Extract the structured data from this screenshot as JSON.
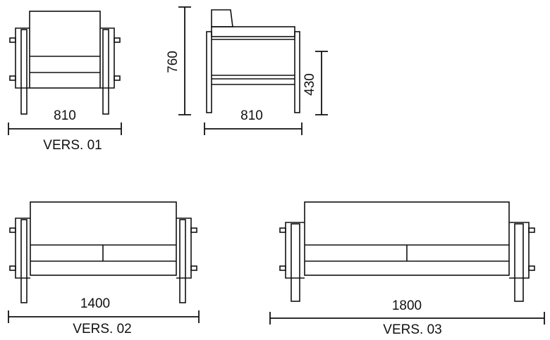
{
  "views": {
    "armchair_front": {
      "width_label": "810",
      "caption": "VERS. 01"
    },
    "armchair_side": {
      "height_label": "760",
      "seat_height_label": "430",
      "depth_label": "810"
    },
    "sofa_two": {
      "width_label": "1400",
      "caption": "VERS. 02"
    },
    "sofa_three": {
      "width_label": "1800",
      "caption": "VERS. 03"
    }
  },
  "colors": {
    "line": "#111111",
    "background": "#ffffff"
  }
}
